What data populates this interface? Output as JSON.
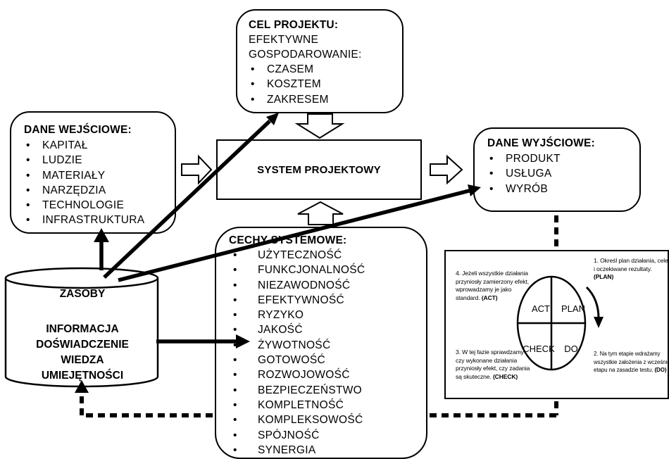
{
  "cel": {
    "title": "CEL PROJEKTU:",
    "line1": "EFEKTYWNE",
    "line2": "GOSPODAROWANIE:",
    "items": [
      "CZASEM",
      "KOSZTEM",
      "ZAKRESEM"
    ]
  },
  "wejsciowe": {
    "title": "DANE WEJŚCIOWE:",
    "items": [
      "KAPITAŁ",
      "LUDZIE",
      "MATERIAŁY",
      "NARZĘDZIA",
      "TECHNOLOGIE",
      "INFRASTRUKTURA"
    ]
  },
  "system": {
    "label": "SYSTEM PROJEKTOWY"
  },
  "wyjsciowe": {
    "title": "DANE WYJŚCIOWE:",
    "items": [
      "PRODUKT",
      "USŁUGA",
      "WYRÓB"
    ]
  },
  "cechy": {
    "title": "CECHY SYSTEMOWE:",
    "items": [
      "UŻYTECZNOŚĆ",
      "FUNKCJONALNOŚĆ",
      "NIEZAWODNOŚĆ",
      "EFEKTYWNOŚĆ",
      "RYZYKO",
      "JAKOŚĆ",
      "ŻYWOTNOŚĆ",
      "GOTOWOŚĆ",
      "ROZWOJOWOŚĆ",
      "BEZPIECZEŃSTWO",
      "KOMPLETNOŚĆ",
      "KOMPLEKSOWOŚĆ",
      "SPÓJNOŚĆ",
      "SYNERGIA"
    ]
  },
  "zasoby": {
    "title": "ZASOBY",
    "lines": [
      "INFORMACJA",
      "DOŚWIADCZENIE",
      "WIEDZA",
      "UMIEJĘTNOŚCI"
    ]
  },
  "pdca": {
    "act": "ACT",
    "plan": "PLAN",
    "check": "CHECK",
    "do": "DO",
    "note_plan": [
      "1. Określ plan działania, cele",
      "i oczekiwane rezultaty.",
      "(PLAN)"
    ],
    "note_act": [
      "4. Jeżeli wszystkie działania",
      "przyniosły zamierzony efekt,",
      "wprowadzamy je jako",
      "standard.",
      "(ACT)"
    ],
    "note_check": [
      "3. W tej fazie sprawdzamy",
      "czy wykonane działania",
      "przyniosły efekt, czy zadania",
      "są skuteczne.",
      "(CHECK)"
    ],
    "note_do": [
      "2. Na tym etapie wdrażamy",
      "wszystkie założenia z wcześniejszego",
      "etapu na zasadzie testu.",
      "(DO)"
    ]
  }
}
